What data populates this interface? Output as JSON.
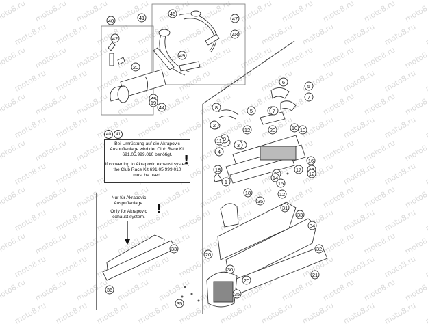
{
  "watermark": "moto8.ru",
  "callouts": [
    {
      "num": "40"
    },
    {
      "num": "41"
    },
    {
      "num": "46"
    },
    {
      "num": "47"
    },
    {
      "num": "42"
    },
    {
      "num": "48"
    },
    {
      "num": "49"
    },
    {
      "num": "20"
    },
    {
      "num": "43"
    },
    {
      "num": "19"
    },
    {
      "num": "44"
    },
    {
      "num": "6"
    },
    {
      "num": "5"
    },
    {
      "num": "7"
    },
    {
      "num": "8"
    },
    {
      "num": "5"
    },
    {
      "num": "5"
    },
    {
      "num": "7"
    },
    {
      "num": "2"
    },
    {
      "num": "12"
    },
    {
      "num": "20"
    },
    {
      "num": "10"
    },
    {
      "num": "9"
    },
    {
      "num": "10"
    },
    {
      "num": "11"
    },
    {
      "num": "3"
    },
    {
      "num": "4"
    },
    {
      "num": "16"
    },
    {
      "num": "17"
    },
    {
      "num": "18"
    },
    {
      "num": "20"
    },
    {
      "num": "14"
    },
    {
      "num": "15"
    },
    {
      "num": "13"
    },
    {
      "num": "12"
    },
    {
      "num": "1"
    },
    {
      "num": "18"
    },
    {
      "num": "12"
    },
    {
      "num": "35"
    },
    {
      "num": "31"
    },
    {
      "num": "33"
    },
    {
      "num": "34"
    },
    {
      "num": "32"
    },
    {
      "num": "33"
    },
    {
      "num": "20"
    },
    {
      "num": "30"
    },
    {
      "num": "20"
    },
    {
      "num": "35"
    },
    {
      "num": "36"
    },
    {
      "num": "35"
    },
    {
      "num": "21"
    }
  ],
  "note_refs": [
    "40",
    "41"
  ],
  "note_conversion": {
    "de_line1": "Bei Umrüstung auf die Akrapovic",
    "de_line2": "Auspuffanlage wird der Club Race Kit",
    "de_line3": "691.05.999.010 benötigt.",
    "en_line1": "If converting to Akrapovic exhaust system,",
    "en_line2": "the Club Race Kit 691.05.999.010",
    "en_line3": "must be used."
  },
  "note_akrapovic": {
    "de_line1": "Nur für Akrapovic",
    "de_line2": "Auspuffanlage.",
    "en_line1": "Only for Akrapovic",
    "en_line2": "exhaust system."
  },
  "warning_symbol": "!"
}
